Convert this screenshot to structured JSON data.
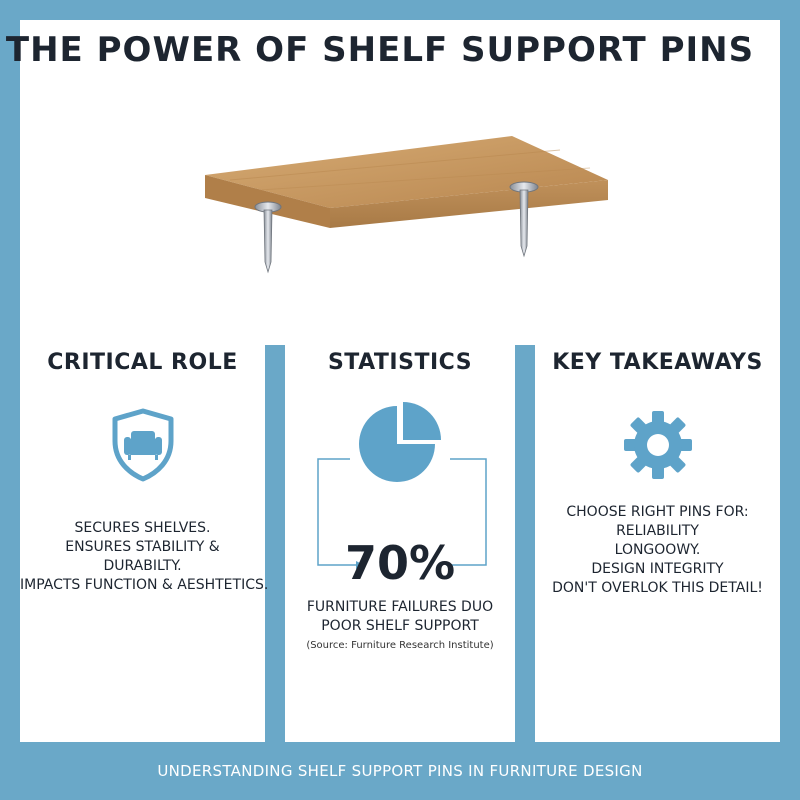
{
  "title": "THE POWER OF SHELF SUPPORT PINS",
  "columns": {
    "critical_role": {
      "heading": "CRITICAL ROLE",
      "icon": "shield-sofa-icon",
      "lines": [
        "SECURES SHELVES.",
        "ENSURES STABILITY &",
        "DURABILTY.",
        "IMPACTS FUNCTION & AESHTETICS."
      ]
    },
    "statistics": {
      "heading": "STATISTICS",
      "icon": "pie-chart-icon",
      "percent": "70%",
      "lines": [
        "FURNITURE FAILURES DUO",
        "POOR SHELF SUPPORT"
      ],
      "source": "(Source: Furniture Research Institute)"
    },
    "key_takeaways": {
      "heading": "KEY TAKEAWAYS",
      "icon": "gear-icon",
      "lines": [
        "CHOOSE RIGHT PINS FOR:",
        "RELIABILITY",
        "LONGOOWY.",
        "DESIGN INTEGRITY",
        "DON'T OVERLOK THIS DETAIL!"
      ]
    }
  },
  "footer": "UNDERSTANDING SHELF SUPPORT PINS IN FURNITURE DESIGN",
  "colors": {
    "frame": "#6aa8c8",
    "icon_blue": "#5ea3c9",
    "wood": "#c99a62",
    "text": "#1d2530"
  }
}
